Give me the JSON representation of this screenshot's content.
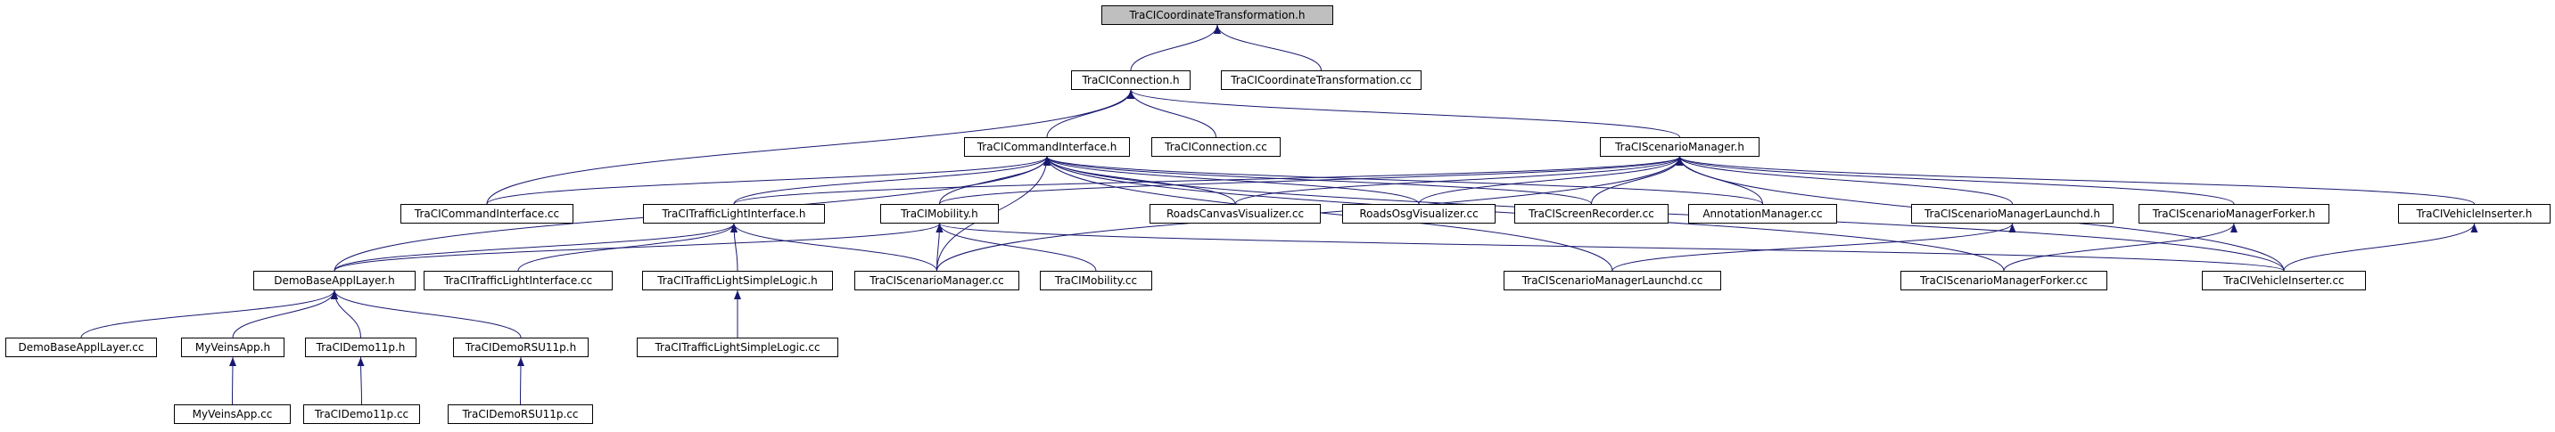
{
  "graph": {
    "colors": {
      "edge": "#191970",
      "node_border": "#000000",
      "root_fill": "#bfbfbf",
      "node_fill": "#ffffff"
    },
    "nodes": [
      {
        "id": "n0",
        "label": "TraCICoordinateTransformation.h",
        "root": true
      },
      {
        "id": "n1",
        "label": "TraCIConnection.h"
      },
      {
        "id": "n2",
        "label": "TraCICoordinateTransformation.cc"
      },
      {
        "id": "n3",
        "label": "TraCICommandInterface.h"
      },
      {
        "id": "n4",
        "label": "TraCIConnection.cc"
      },
      {
        "id": "n5",
        "label": "TraCIScenarioManager.h"
      },
      {
        "id": "n6",
        "label": "TraCICommandInterface.cc"
      },
      {
        "id": "n7",
        "label": "TraCITrafficLightInterface.h"
      },
      {
        "id": "n8",
        "label": "TraCIMobility.h"
      },
      {
        "id": "n9",
        "label": "RoadsCanvasVisualizer.cc"
      },
      {
        "id": "n10",
        "label": "RoadsOsgVisualizer.cc"
      },
      {
        "id": "n11",
        "label": "TraCIScreenRecorder.cc"
      },
      {
        "id": "n12",
        "label": "AnnotationManager.cc"
      },
      {
        "id": "n13",
        "label": "TraCIScenarioManagerLaunchd.h"
      },
      {
        "id": "n14",
        "label": "TraCIScenarioManagerForker.h"
      },
      {
        "id": "n15",
        "label": "TraCIVehicleInserter.h"
      },
      {
        "id": "n16",
        "label": "DemoBaseApplLayer.h"
      },
      {
        "id": "n17",
        "label": "TraCITrafficLightInterface.cc"
      },
      {
        "id": "n18",
        "label": "TraCITrafficLightSimpleLogic.h"
      },
      {
        "id": "n19",
        "label": "TraCIScenarioManager.cc"
      },
      {
        "id": "n20",
        "label": "TraCIMobility.cc"
      },
      {
        "id": "n21",
        "label": "TraCIScenarioManagerLaunchd.cc"
      },
      {
        "id": "n22",
        "label": "TraCIScenarioManagerForker.cc"
      },
      {
        "id": "n23",
        "label": "TraCIVehicleInserter.cc"
      },
      {
        "id": "n24",
        "label": "DemoBaseApplLayer.cc"
      },
      {
        "id": "n25",
        "label": "MyVeinsApp.h"
      },
      {
        "id": "n26",
        "label": "TraCIDemo11p.h"
      },
      {
        "id": "n27",
        "label": "TraCIDemoRSU11p.h"
      },
      {
        "id": "n28",
        "label": "TraCITrafficLightSimpleLogic.cc"
      },
      {
        "id": "n29",
        "label": "MyVeinsApp.cc"
      },
      {
        "id": "n30",
        "label": "TraCIDemo11p.cc"
      },
      {
        "id": "n31",
        "label": "TraCIDemoRSU11p.cc"
      }
    ],
    "edges": [
      [
        "n1",
        "n0"
      ],
      [
        "n2",
        "n0"
      ],
      [
        "n3",
        "n1"
      ],
      [
        "n4",
        "n1"
      ],
      [
        "n5",
        "n1"
      ],
      [
        "n6",
        "n1"
      ],
      [
        "n6",
        "n3"
      ],
      [
        "n7",
        "n3"
      ],
      [
        "n8",
        "n3"
      ],
      [
        "n9",
        "n3"
      ],
      [
        "n10",
        "n3"
      ],
      [
        "n11",
        "n3"
      ],
      [
        "n12",
        "n3"
      ],
      [
        "n16",
        "n3"
      ],
      [
        "n19",
        "n3"
      ],
      [
        "n21",
        "n3"
      ],
      [
        "n22",
        "n3"
      ],
      [
        "n23",
        "n3"
      ],
      [
        "n7",
        "n5"
      ],
      [
        "n8",
        "n5"
      ],
      [
        "n9",
        "n5"
      ],
      [
        "n10",
        "n5"
      ],
      [
        "n11",
        "n5"
      ],
      [
        "n12",
        "n5"
      ],
      [
        "n13",
        "n5"
      ],
      [
        "n14",
        "n5"
      ],
      [
        "n15",
        "n5"
      ],
      [
        "n19",
        "n5"
      ],
      [
        "n23",
        "n5"
      ],
      [
        "n16",
        "n7"
      ],
      [
        "n17",
        "n7"
      ],
      [
        "n18",
        "n7"
      ],
      [
        "n19",
        "n7"
      ],
      [
        "n16",
        "n8"
      ],
      [
        "n19",
        "n8"
      ],
      [
        "n20",
        "n8"
      ],
      [
        "n23",
        "n8"
      ],
      [
        "n21",
        "n13"
      ],
      [
        "n22",
        "n14"
      ],
      [
        "n23",
        "n15"
      ],
      [
        "n28",
        "n18"
      ],
      [
        "n24",
        "n16"
      ],
      [
        "n25",
        "n16"
      ],
      [
        "n26",
        "n16"
      ],
      [
        "n27",
        "n16"
      ],
      [
        "n29",
        "n25"
      ],
      [
        "n30",
        "n26"
      ],
      [
        "n31",
        "n27"
      ]
    ]
  }
}
